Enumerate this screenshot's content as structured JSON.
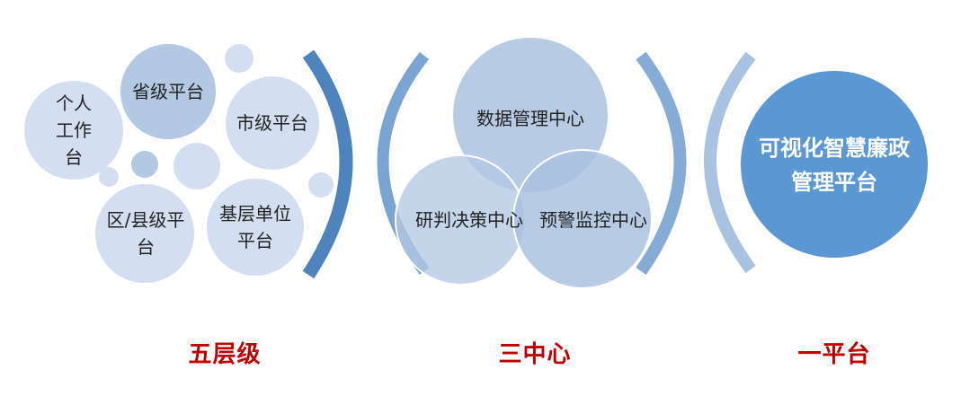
{
  "colors": {
    "bubble_light": "#d3dff0",
    "bubble_mid": "#b3c8e3",
    "bracket_dark": "#4e84bd",
    "bracket_light": "#a9c2e2",
    "platform": "#5b97d2",
    "title_red": "#c00000"
  },
  "five_levels": {
    "title": "五层级",
    "personal": "个人\n工作\n台",
    "province": "省级平台",
    "city": "市级平台",
    "district": "区/县级平\n台",
    "grassroots": "基层单位\n平台"
  },
  "three_centers": {
    "title": "三中心",
    "data": "数据管理中心",
    "judgment": "研判决策中心",
    "warning": "预警监控中心"
  },
  "one_platform": {
    "title": "一平台",
    "name": "可视化智慧廉政\n管理平台"
  }
}
